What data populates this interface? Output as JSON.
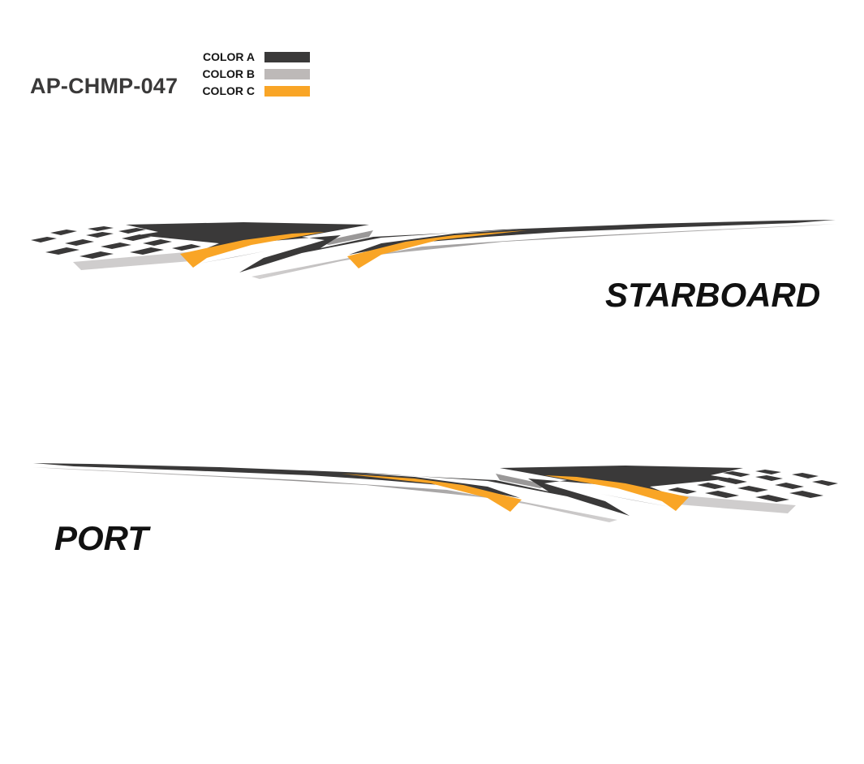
{
  "design": {
    "code": "AP-CHMP-047"
  },
  "legend": [
    {
      "label": "COLOR A",
      "color": "#3a3939"
    },
    {
      "label": "COLOR B",
      "color": "#bdb9b8"
    },
    {
      "label": "COLOR C",
      "color": "#f9a526"
    }
  ],
  "sides": {
    "starboard": "STARBOARD",
    "port": "PORT"
  }
}
